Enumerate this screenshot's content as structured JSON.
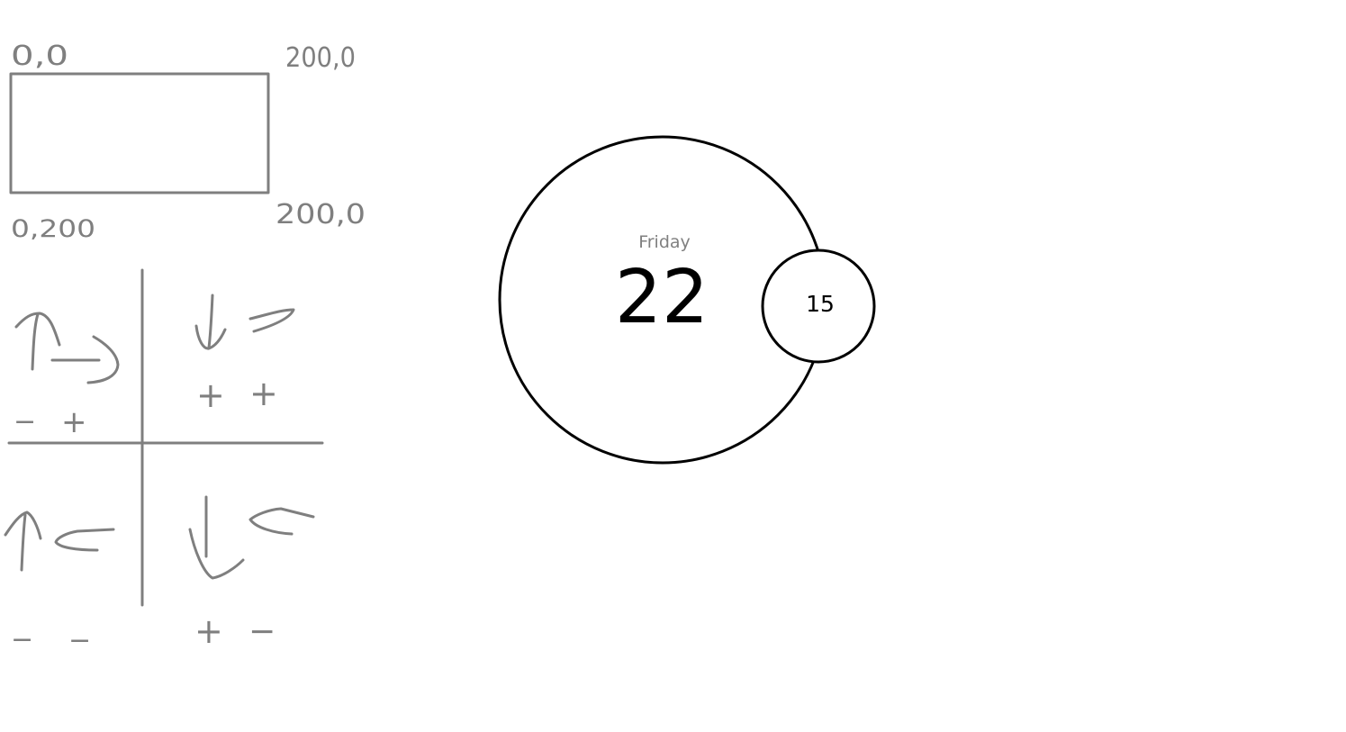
{
  "corner_labels": {
    "top_left": "0,0",
    "top_right": "200,0",
    "bottom_left": "0,200",
    "bottom_right": "200,0"
  },
  "quadrant_signs": {
    "top_left": {
      "x_sign": "−",
      "y_sign": "+"
    },
    "top_right": {
      "x_sign": "+",
      "y_sign": "+"
    },
    "bottom_left": {
      "x_sign": "−",
      "y_sign": "−"
    },
    "bottom_right": {
      "x_sign": "+",
      "y_sign": "−"
    }
  },
  "clock": {
    "day_name": "Friday",
    "day_number": "22",
    "small_value": "15"
  },
  "colors": {
    "pencil": "#7f7f7f",
    "ink": "#000000",
    "muted_text": "#808080",
    "background": "#ffffff"
  }
}
